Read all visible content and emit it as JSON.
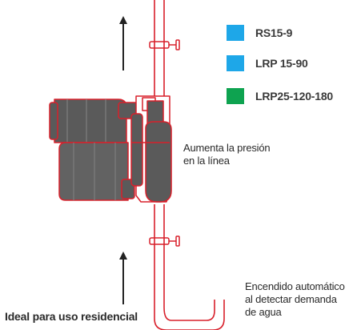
{
  "legend": [
    {
      "label": "RS15-9",
      "color": "#1ea7e8"
    },
    {
      "label": "LRP 15-90",
      "color": "#1ea7e8"
    },
    {
      "label": "LRP25-120-180",
      "color": "#0ea350"
    }
  ],
  "captions": {
    "pressure": {
      "line1": "Aumenta la presión",
      "line2": "en la línea"
    },
    "auto_start": {
      "line1": "Encendido automático",
      "line2": "al detectar demanda",
      "line3": "de agua"
    },
    "residential": "Ideal para uso residencial"
  },
  "colors": {
    "outline": "#d8202b",
    "pump_body": "#5a5a5a",
    "arrow": "#222222"
  },
  "icons": [
    "pump-icon",
    "pipe-icon",
    "valve-icon",
    "up-arrow-icon"
  ]
}
